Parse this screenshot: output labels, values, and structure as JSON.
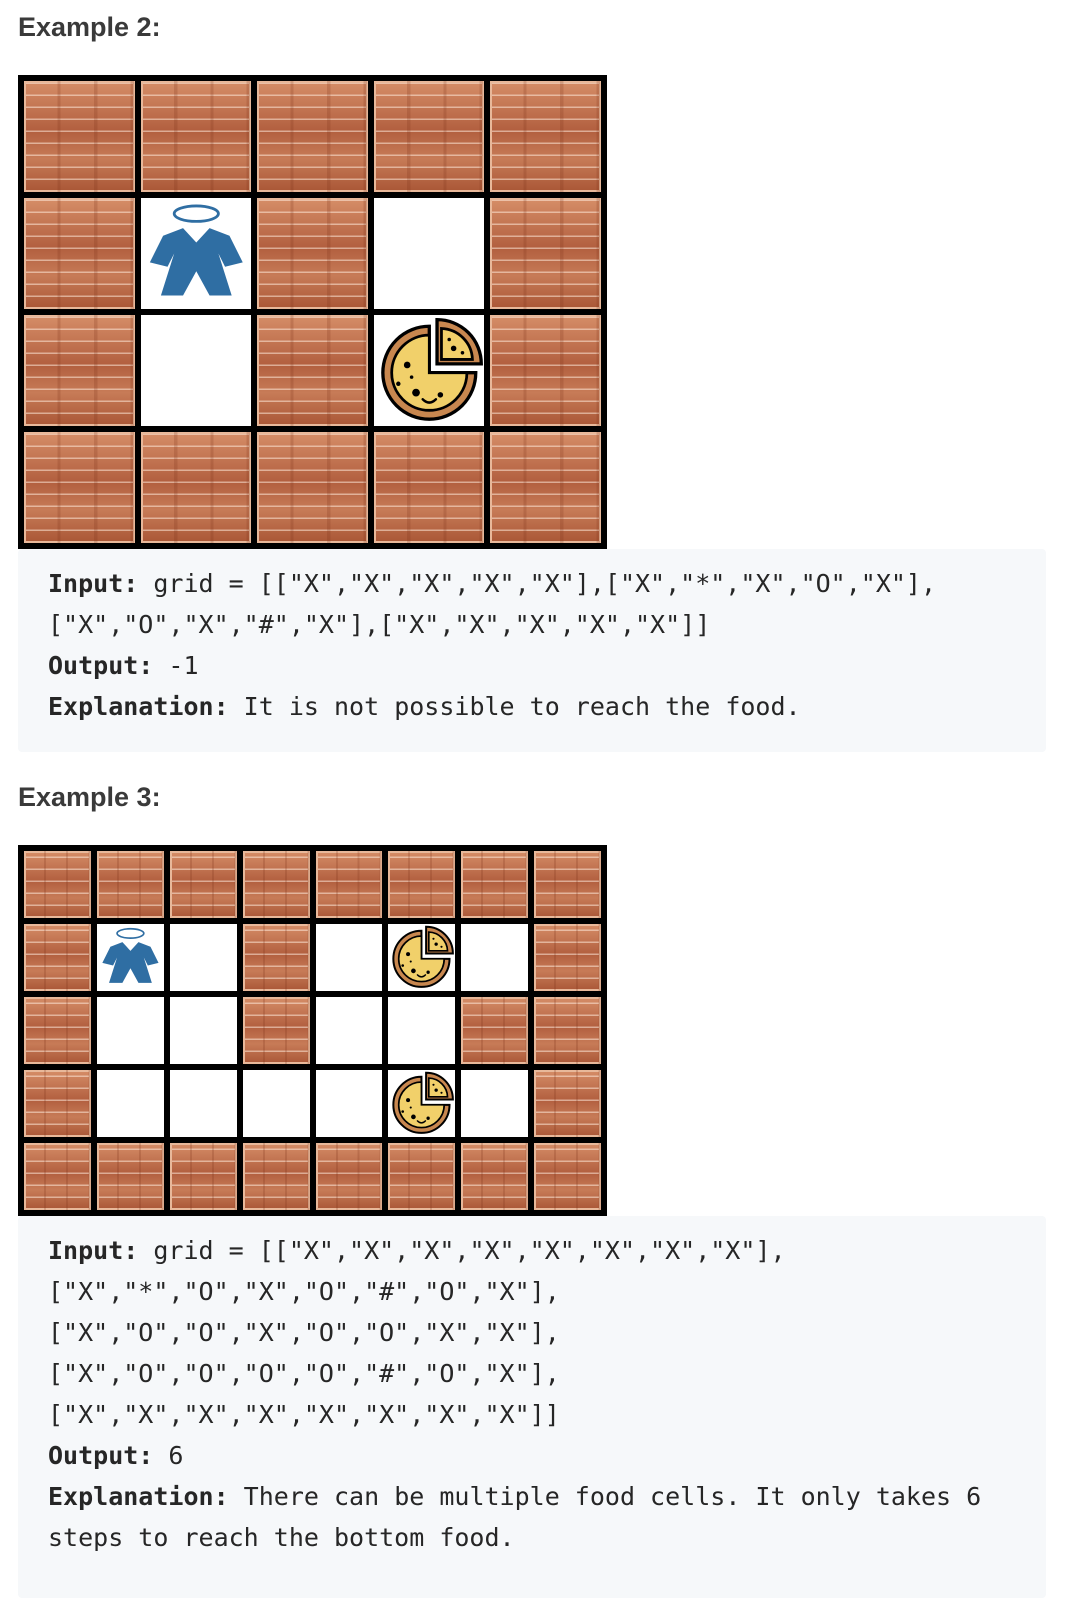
{
  "example2": {
    "heading": "Example 2:",
    "grid": [
      [
        "X",
        "X",
        "X",
        "X",
        "X"
      ],
      [
        "X",
        "*",
        "X",
        "O",
        "X"
      ],
      [
        "X",
        "O",
        "X",
        "#",
        "X"
      ],
      [
        "X",
        "X",
        "X",
        "X",
        "X"
      ]
    ],
    "input_label": "Input:",
    "input_line1": " grid = [[\"X\",\"X\",\"X\",\"X\",\"X\"],[\"X\",\"*\",\"X\",\"O\",\"X\"],",
    "input_line2": "[\"X\",\"O\",\"X\",\"#\",\"X\"],[\"X\",\"X\",\"X\",\"X\",\"X\"]]",
    "output_label": "Output:",
    "output_value": " -1",
    "explanation_label": "Explanation:",
    "explanation_line1": " It is not possible to reach the food."
  },
  "example3": {
    "heading": "Example 3:",
    "grid": [
      [
        "X",
        "X",
        "X",
        "X",
        "X",
        "X",
        "X",
        "X"
      ],
      [
        "X",
        "*",
        "O",
        "X",
        "O",
        "#",
        "O",
        "X"
      ],
      [
        "X",
        "O",
        "O",
        "X",
        "O",
        "O",
        "X",
        "X"
      ],
      [
        "X",
        "O",
        "O",
        "O",
        "O",
        "#",
        "O",
        "X"
      ],
      [
        "X",
        "X",
        "X",
        "X",
        "X",
        "X",
        "X",
        "X"
      ]
    ],
    "input_label": "Input:",
    "input_line1": " grid = [[\"X\",\"X\",\"X\",\"X\",\"X\",\"X\",\"X\",\"X\"],",
    "input_line2": "[\"X\",\"*\",\"O\",\"X\",\"O\",\"#\",\"O\",\"X\"],",
    "input_line3": "[\"X\",\"O\",\"O\",\"X\",\"O\",\"O\",\"X\",\"X\"],",
    "input_line4": "[\"X\",\"O\",\"O\",\"O\",\"O\",\"#\",\"O\",\"X\"],",
    "input_line5": "[\"X\",\"X\",\"X\",\"X\",\"X\",\"X\",\"X\",\"X\"]]",
    "output_label": "Output:",
    "output_value": " 6",
    "explanation_label": "Explanation:",
    "explanation_line1": " There can be multiple food cells. It only takes 6",
    "explanation_line2": "steps to reach the bottom food."
  },
  "icons": {
    "wall": "brick-wall-icon",
    "person": "person-icon",
    "food": "pizza-icon"
  },
  "colors": {
    "wall": "#b86a4a",
    "person": "#2f6ea3",
    "pizza_crust": "#c8874f",
    "pizza_cheese": "#f1d06a",
    "code_bg": "#f6f8fa"
  }
}
